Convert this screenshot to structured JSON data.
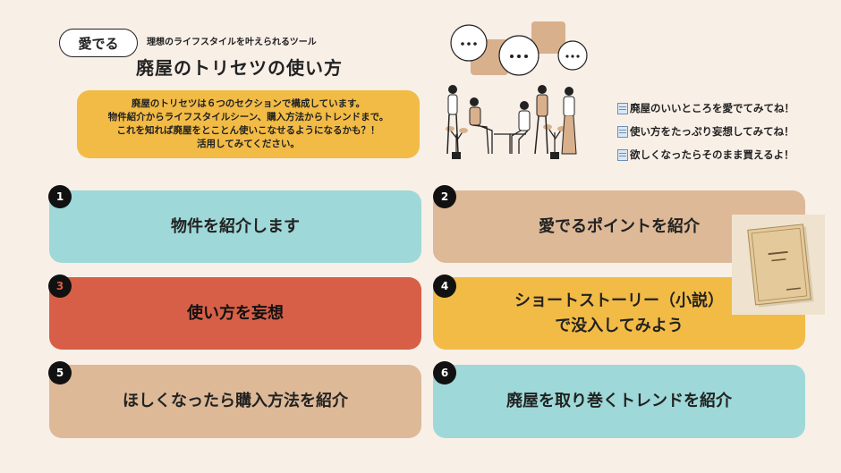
{
  "header": {
    "pill_label": "愛でる",
    "tagline": "理想のライフスタイルを叶えられるツール",
    "title": "廃屋のトリセツの使い方"
  },
  "intro": {
    "lines": [
      "廃屋のトリセツは６つのセクションで構成しています。",
      "物件紹介からライフスタイルシーン、購入方法からトレンドまで。",
      "これを知れば廃屋をとことん使いこなせるようになるかも？！",
      "活用してみてください。"
    ]
  },
  "bullets": [
    "廃屋のいいところを愛でてみてね！",
    "使い方をたっぷり妄想してみてね！",
    "欲しくなったらそのまま買えるよ！"
  ],
  "bullet_icon": "memo-icon",
  "sections": [
    {
      "number": "1",
      "label": "物件を紹介します",
      "color": "#9fd8d8"
    },
    {
      "number": "2",
      "label": "愛でるポイントを紹介",
      "color": "#ddb997"
    },
    {
      "number": "3",
      "label": "使い方を妄想",
      "color": "#d75f47"
    },
    {
      "number": "4",
      "label_line1": "ショートストーリー（小説）",
      "label_line2": "で没入してみよう",
      "color": "#f2bb45"
    },
    {
      "number": "5",
      "label": "ほしくなったら購入方法を紹介",
      "color": "#ddb997"
    },
    {
      "number": "6",
      "label": "廃屋を取り巻くトレンドを紹介",
      "color": "#9fd8d8"
    }
  ],
  "colors": {
    "background": "#f8efe7",
    "intro_box": "#f2bb45",
    "number_circle": "#111111"
  }
}
